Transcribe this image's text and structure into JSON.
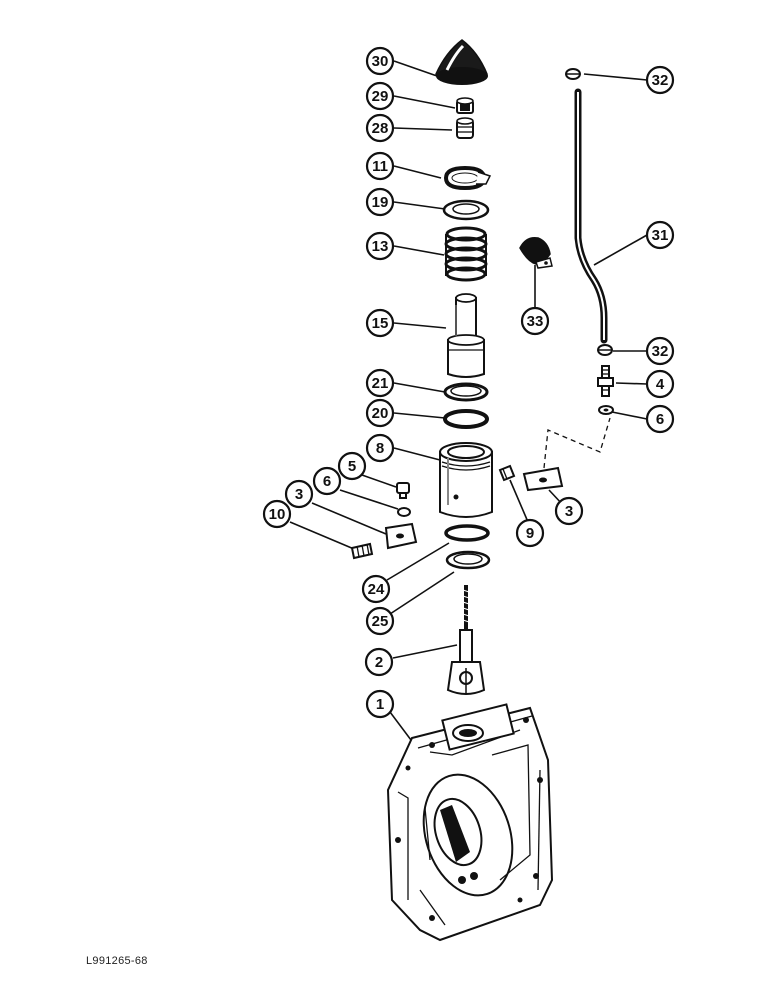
{
  "diagram": {
    "reference_code": "L991265-68",
    "callouts": [
      {
        "id": "c30",
        "label": "30"
      },
      {
        "id": "c29",
        "label": "29"
      },
      {
        "id": "c28",
        "label": "28"
      },
      {
        "id": "c11",
        "label": "11"
      },
      {
        "id": "c19",
        "label": "19"
      },
      {
        "id": "c13",
        "label": "13"
      },
      {
        "id": "c15",
        "label": "15"
      },
      {
        "id": "c21",
        "label": "21"
      },
      {
        "id": "c20",
        "label": "20"
      },
      {
        "id": "c8",
        "label": "8"
      },
      {
        "id": "c5",
        "label": "5"
      },
      {
        "id": "c6a",
        "label": "6"
      },
      {
        "id": "c3a",
        "label": "3"
      },
      {
        "id": "c10",
        "label": "10"
      },
      {
        "id": "c24",
        "label": "24"
      },
      {
        "id": "c25",
        "label": "25"
      },
      {
        "id": "c2",
        "label": "2"
      },
      {
        "id": "c1",
        "label": "1"
      },
      {
        "id": "c9",
        "label": "9"
      },
      {
        "id": "c3b",
        "label": "3"
      },
      {
        "id": "c32a",
        "label": "32"
      },
      {
        "id": "c31",
        "label": "31"
      },
      {
        "id": "c33",
        "label": "33"
      },
      {
        "id": "c32b",
        "label": "32"
      },
      {
        "id": "c4",
        "label": "4"
      },
      {
        "id": "c6b",
        "label": "6"
      }
    ]
  }
}
